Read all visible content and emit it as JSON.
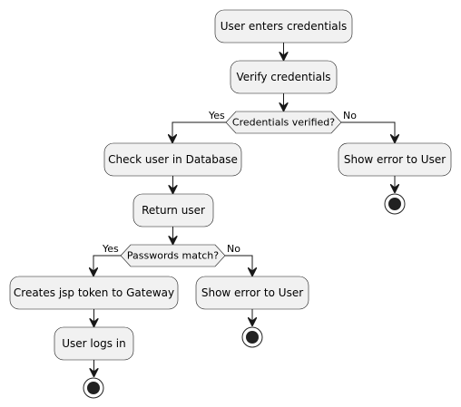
{
  "diagram": {
    "type": "activity",
    "nodes": {
      "user_enters": "User enters credentials",
      "verify": "Verify credentials",
      "check_db": "Check user in Database",
      "show_error_1": "Show error to User",
      "return_user": "Return user",
      "create_token": "Creates jsp token to Gateway",
      "show_error_2": "Show error to User",
      "user_logs_in": "User logs in"
    },
    "decisions": {
      "credentials_verified": "Credentials verified?",
      "passwords_match": "Passwords match?"
    },
    "branch_labels": {
      "d1_yes": "Yes",
      "d1_no": "No",
      "d2_yes": "Yes",
      "d2_no": "No"
    },
    "end_nodes": [
      "end-1",
      "end-2",
      "end-3"
    ]
  }
}
